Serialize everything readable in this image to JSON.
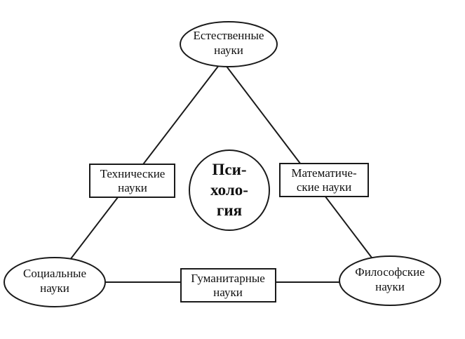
{
  "nodes": {
    "top": {
      "line1": "Естественные",
      "line2": "науки"
    },
    "bottom_left": {
      "line1": "Социальные",
      "line2": "науки"
    },
    "bottom_right": {
      "line1": "Философские",
      "line2": "науки"
    },
    "left_box": {
      "line1": "Технические",
      "line2": "науки"
    },
    "right_box": {
      "line1": "Математиче-",
      "line2": "ские науки"
    },
    "bottom_box": {
      "line1": "Гуманитарные",
      "line2": "науки"
    },
    "center": {
      "line1": "Пси-",
      "line2": "холо-",
      "line3": "гия"
    }
  }
}
